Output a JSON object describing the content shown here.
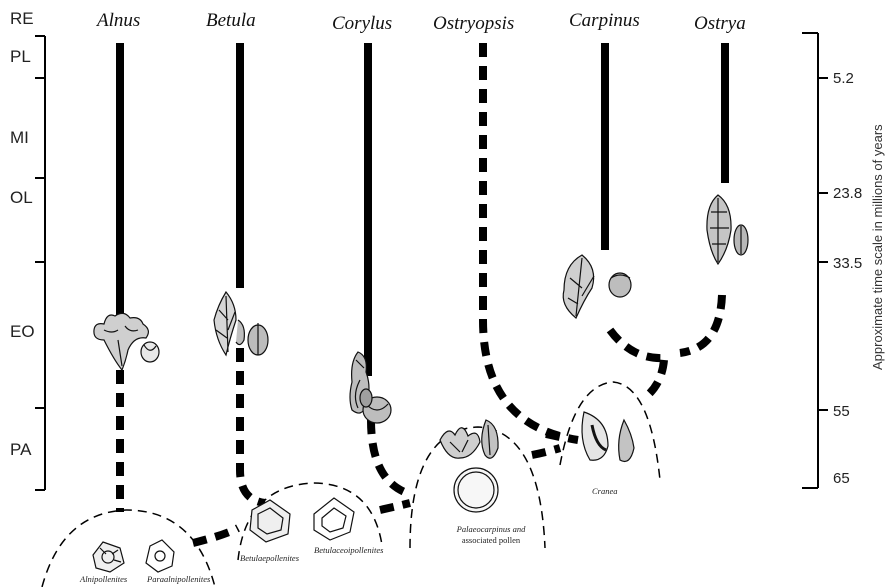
{
  "epochs": [
    "RE",
    "PL",
    "MI",
    "OL",
    "EO",
    "PA"
  ],
  "taxa": [
    "Alnus",
    "Betula",
    "Corylus",
    "Ostryopsis",
    "Carpinus",
    "Ostrya"
  ],
  "time_scale": {
    "title": "Approximate time scale in millions of years",
    "ticks": [
      "5.2",
      "23.8",
      "33.5",
      "55",
      "65"
    ]
  },
  "fossil_captions": {
    "alnipollenites": "Alnipollenites",
    "paraalnipollenites": "Paraalnipollenites",
    "betulaepollenites": "Betulaepollenites",
    "betulaceoipollenites": "Betulaceoipollenites",
    "palaeocarpinus_line1": "Palaeocarpinus and",
    "palaeocarpinus_line2": "associated pollen",
    "cranea": "Cranea"
  },
  "colors": {
    "line": "#000000",
    "background": "#ffffff"
  }
}
